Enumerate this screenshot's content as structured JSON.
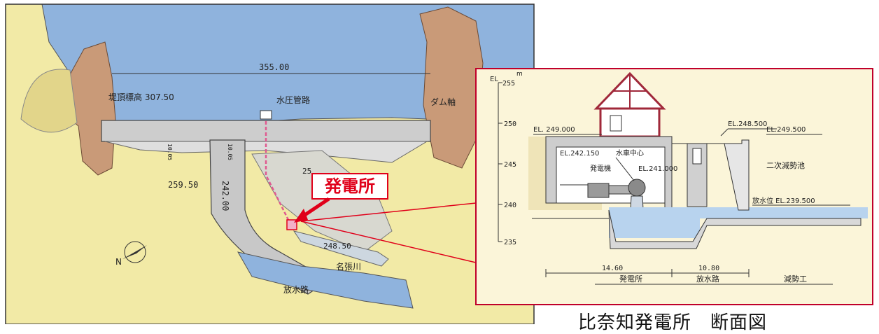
{
  "plan": {
    "crest_width": "355.00",
    "crest_elevation": "堤頂標高 307.50",
    "penstock": "水圧管路",
    "dam_axis": "ダム軸",
    "dim_259": "259.50",
    "dim_242": "242.00",
    "dim_2485": "248.50",
    "dim_25": "25",
    "dim_105a": "10.05",
    "dim_105b": "10.05",
    "river": "名張川",
    "tailrace": "放水路",
    "north": "N",
    "powerhouse_callout": "発電所"
  },
  "section": {
    "el_unit": "EL",
    "el_m": "m",
    "ticks": [
      "255",
      "250",
      "245",
      "240",
      "235"
    ],
    "el_248500": "EL.248.500",
    "el_249000": "EL. 249.000",
    "el_249500": "EL.249.500",
    "el_242150": "EL.242.150",
    "turbine_center": "水車中心",
    "generator": "発電機",
    "el_241000": "EL.241.000",
    "second_basin": "二次減勢池",
    "discharge_level": "放水位 EL.239.500",
    "dim_1460": "14.60",
    "dim_1080": "10.80",
    "zone_powerhouse": "発電所",
    "zone_tailrace": "放水路",
    "zone_stilling": "減勢工"
  },
  "caption": "比奈知発電所　断面図",
  "colors": {
    "water": "#8fb3dd",
    "land": "#f2eaa6",
    "rock": "#c99a78",
    "concrete": "#cdcdcd",
    "callout": "#e0001a",
    "frame": "#c0002a"
  }
}
